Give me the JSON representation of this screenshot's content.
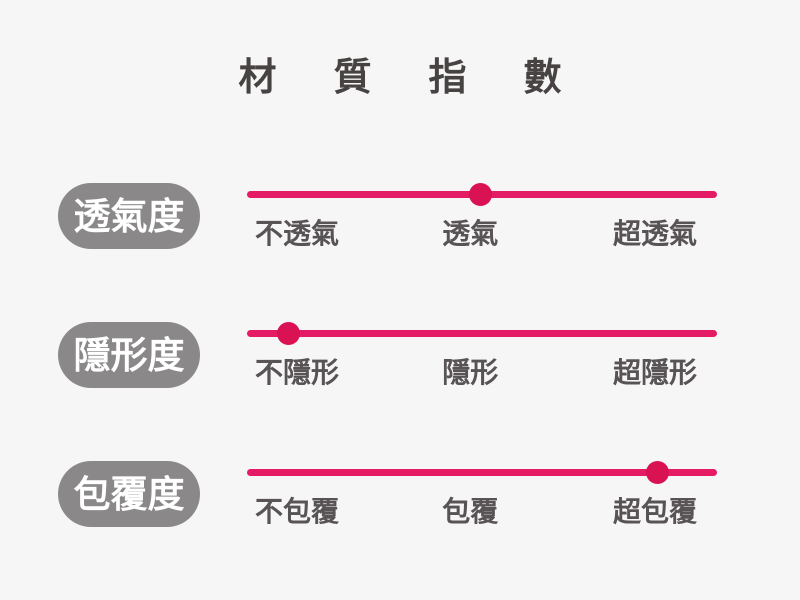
{
  "title": "材質指數",
  "theme": {
    "background": "#f7f6f6",
    "accent_pink": "#e51b66",
    "dot_pink": "#d91254",
    "pill_gray": "#8a8888",
    "pill_text_color": "#ffffff",
    "title_color": "#474343",
    "label_color": "#585455"
  },
  "rows": [
    {
      "label": "透氣度",
      "min": "不透氣",
      "mid": "透氣",
      "max": "超透氣",
      "selected": "透氣",
      "value_percent": 49.6
    },
    {
      "label": "隱形度",
      "min": "不隱形",
      "mid": "隱形",
      "max": "超隱形",
      "selected": "不隱形",
      "value_percent": 8.9
    },
    {
      "label": "包覆度",
      "min": "不包覆",
      "mid": "包覆",
      "max": "超包覆",
      "selected": "超包覆",
      "value_percent": 87.4
    }
  ],
  "chart_data": {
    "type": "scatter",
    "title": "材質指數",
    "categories": [
      "透氣度",
      "隱形度",
      "包覆度"
    ],
    "scale_labels": [
      [
        "不透氣",
        "透氣",
        "超透氣"
      ],
      [
        "不隱形",
        "隱形",
        "超隱形"
      ],
      [
        "不包覆",
        "包覆",
        "超包覆"
      ]
    ],
    "selected_levels": [
      "透氣",
      "不隱形",
      "超包覆"
    ],
    "values_percent_along_scale": [
      49.6,
      8.9,
      87.4
    ],
    "xlim": [
      0,
      100
    ],
    "legend": "none",
    "grid": false,
    "layout": "three horizontal dot-on-line scales, category pill at left, tick labels below each line"
  }
}
